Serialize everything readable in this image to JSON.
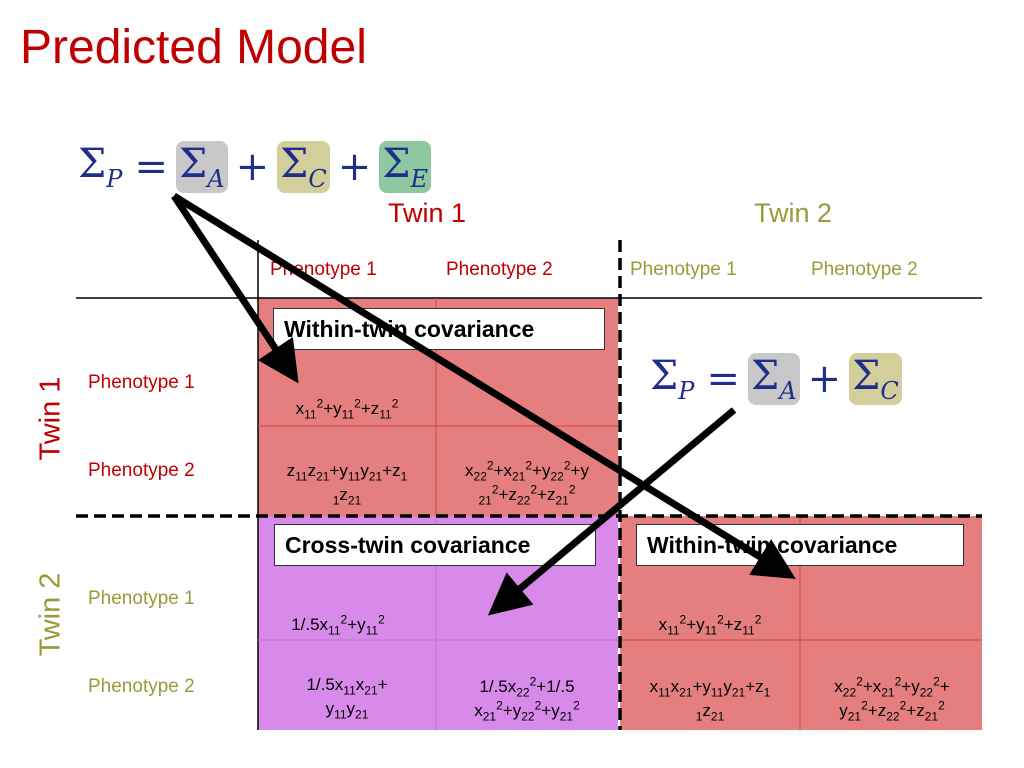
{
  "title": "Predicted Model",
  "equation_main": {
    "lhs": "Σ",
    "lhs_sub": "P",
    "eq": "=",
    "terms": [
      {
        "sym": "Σ",
        "sub": "A",
        "color": "#c8c8c8"
      },
      {
        "sym": "Σ",
        "sub": "C",
        "color": "#d3cf9a"
      },
      {
        "sym": "Σ",
        "sub": "E",
        "color": "#8ec8a0"
      }
    ],
    "plus": "+"
  },
  "equation_small": {
    "lhs": "Σ",
    "lhs_sub": "P",
    "eq": "=",
    "terms": [
      {
        "sym": "Σ",
        "sub": "A",
        "color": "#c8c8c8"
      },
      {
        "sym": "Σ",
        "sub": "C",
        "color": "#d3cf9a"
      }
    ],
    "plus": "+"
  },
  "col_groups": [
    "Twin 1",
    "Twin 2"
  ],
  "col_headers": [
    "Phenotype 1",
    "Phenotype 2",
    "Phenotype 1",
    "Phenotype 2"
  ],
  "row_groups": [
    "Twin 1",
    "Twin 2"
  ],
  "row_headers": [
    "Phenotype 1",
    "Phenotype 2",
    "Phenotype 1",
    "Phenotype 2"
  ],
  "labels": {
    "within_top": "Within-twin covariance",
    "cross": "Cross-twin covariance",
    "within_bottom": "Within-twin covariance"
  },
  "colors": {
    "red_block": "#e57f7f",
    "purple_block": "#d88aea",
    "twin1": "#c00000",
    "twin2": "#9a9a3a"
  }
}
